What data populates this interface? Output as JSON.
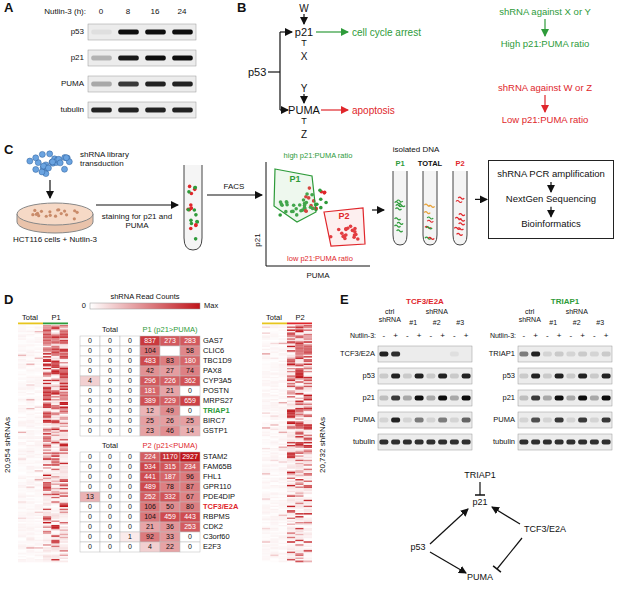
{
  "diagram": {
    "nodes": [
      {
        "text": [
          "P1"
        ]
      },
      {
        "text": [
          "P2"
        ]
      },
      {
        "text": [
          "P1"
        ]
      },
      {
        "text": [
          "TOTAL"
        ]
      },
      {
        "text": [
          "P2"
        ]
      },
      {
        "text": [
          "shRNA PCR amplification",
          "NextGen Sequencing",
          "Bioinformatics"
        ]
      }
    ],
    "edges": [
      {
        "from": 4,
        "to": 5,
        "arrow": "to"
      }
    ],
    "labels": [
      "A",
      "Nutlin-3 (h):",
      "0",
      "8",
      "16",
      "24",
      "p53",
      "p21",
      "PUMA",
      "tubulin",
      "B",
      "W",
      "p21",
      "T",
      "X",
      "cell cycle arrest",
      "p53",
      "Y",
      "PUMA",
      "T",
      "Z",
      "apoptosis",
      "shRNA against X or Y",
      "High p21:PUMA ratio",
      "shRNA against W or Z",
      "Low p21:PUMA ratio",
      "C",
      "shRNA library transduction",
      "HCT116 cells + Nutlin-3",
      "staining for p21 and PUMA",
      "FACS",
      "p21",
      "high p21:PUMA ratio",
      "low p21:PUMA ratio",
      "PUMA",
      "isolated DNA",
      "D",
      "Total",
      "P1",
      "20,954 shRNAs",
      "shRNA Read Counts",
      "0",
      "Max",
      "Total",
      "P2",
      "20,732 shRNAs",
      "Total",
      "P1 (p21>PUMA)",
      "Total",
      "P2 (p21<PUMA)",
      "0",
      "0",
      "0",
      "837",
      "273",
      "283",
      "GAS7",
      "0",
      "0",
      "0",
      "104",
      "58",
      "CLIC6",
      "0",
      "0",
      "0",
      "483",
      "83",
      "180",
      "TBC1D9",
      "0",
      "0",
      "0",
      "42",
      "27",
      "74",
      "PAX8",
      "4",
      "0",
      "0",
      "296",
      "226",
      "362",
      "CYP3A5",
      "0",
      "0",
      "0",
      "181",
      "21",
      "0",
      "POSTN",
      "0",
      "0",
      "0",
      "389",
      "229",
      "659",
      "MRPS27",
      "0",
      "0",
      "0",
      "12",
      "49",
      "0",
      "TRIAP1",
      "0",
      "0",
      "0",
      "25",
      "26",
      "25",
      "BIRC7",
      "0",
      "0",
      "0",
      "23",
      "46",
      "14",
      "GSTP1",
      "0",
      "0",
      "0",
      "224",
      "1170",
      "2927",
      "STAM2",
      "0",
      "0",
      "0",
      "534",
      "315",
      "234",
      "FAM65B",
      "0",
      "0",
      "0",
      "441",
      "187",
      "96",
      "FHL1",
      "0",
      "0",
      "0",
      "489",
      "78",
      "87",
      "GPR110",
      "13",
      "0",
      "0",
      "252",
      "332",
      "67",
      "PDE4DIP",
      "0",
      "0",
      "0",
      "106",
      "50",
      "80",
      "TCF3/E2A",
      "0",
      "0",
      "0",
      "104",
      "459",
      "443",
      "RBPMS",
      "0",
      "0",
      "0",
      "21",
      "36",
      "253",
      "CDK2",
      "0",
      "0",
      "1",
      "92",
      "33",
      "0",
      "C3orf60",
      "0",
      "0",
      "0",
      "4",
      "22",
      "0",
      "E2F3",
      "E",
      "TCF3/E2A",
      "ctrl shRNA",
      "shRNA",
      "#1",
      "#2",
      "#3",
      "Nutlin-3:",
      "-",
      "+",
      "-",
      "+",
      "-",
      "+",
      "-",
      "+",
      "TCF3/E2A",
      "p53",
      "p21",
      "PUMA",
      "tubulin",
      "TRIAP1",
      "ctrl shRNA",
      "shRNA",
      "#1",
      "#2",
      "#3",
      "Nutlin-3:",
      "-",
      "+",
      "-",
      "+",
      "-",
      "+",
      "-",
      "+",
      "TRIAP1",
      "p53",
      "p21",
      "PUMA",
      "tubulin",
      "TRIAP1",
      "p21",
      "TCF3/E2A",
      "p53",
      "PUMA"
    ]
  }
}
